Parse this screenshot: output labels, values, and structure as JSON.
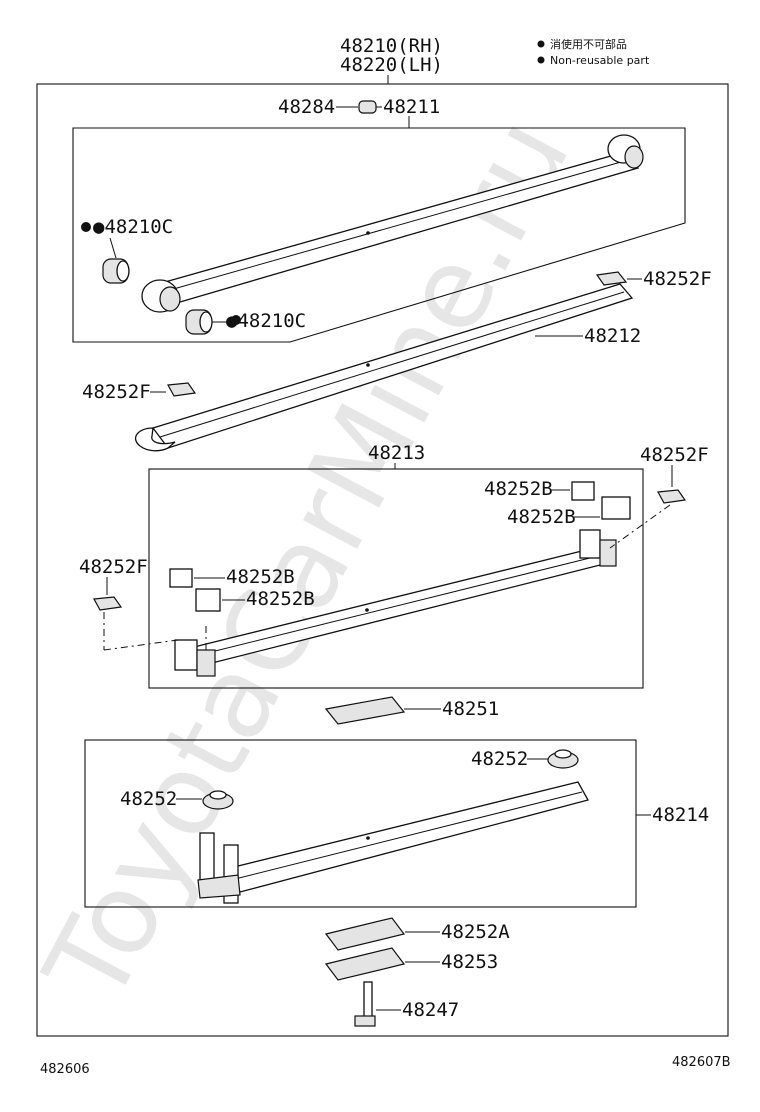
{
  "title": {
    "rh": "48210(RH)",
    "lh": "48220(LH)"
  },
  "legend": {
    "jp": "消使用不可部品",
    "en": "Non-reusable part"
  },
  "watermark": "ToyotaCarMine.ru",
  "parts": {
    "p48284": "48284",
    "p48211": "48211",
    "p48210c_a": "●48210C",
    "p48210c_b": "●48210C",
    "p48252f_a": "48252F",
    "p48212": "48212",
    "p48252f_b": "48252F",
    "p48213": "48213",
    "p48252f_c": "48252F",
    "p48252b_a": "48252B",
    "p48252b_b": "48252B",
    "p48252f_d": "48252F",
    "p48252b_c": "48252B",
    "p48252b_d": "48252B",
    "p48251": "48251",
    "p48252_a": "48252",
    "p48252_b": "48252",
    "p48214": "48214",
    "p48252a": "48252A",
    "p48253": "48253",
    "p48247": "48247"
  },
  "footer": {
    "left_code": "482606",
    "right_code": "482607B"
  }
}
